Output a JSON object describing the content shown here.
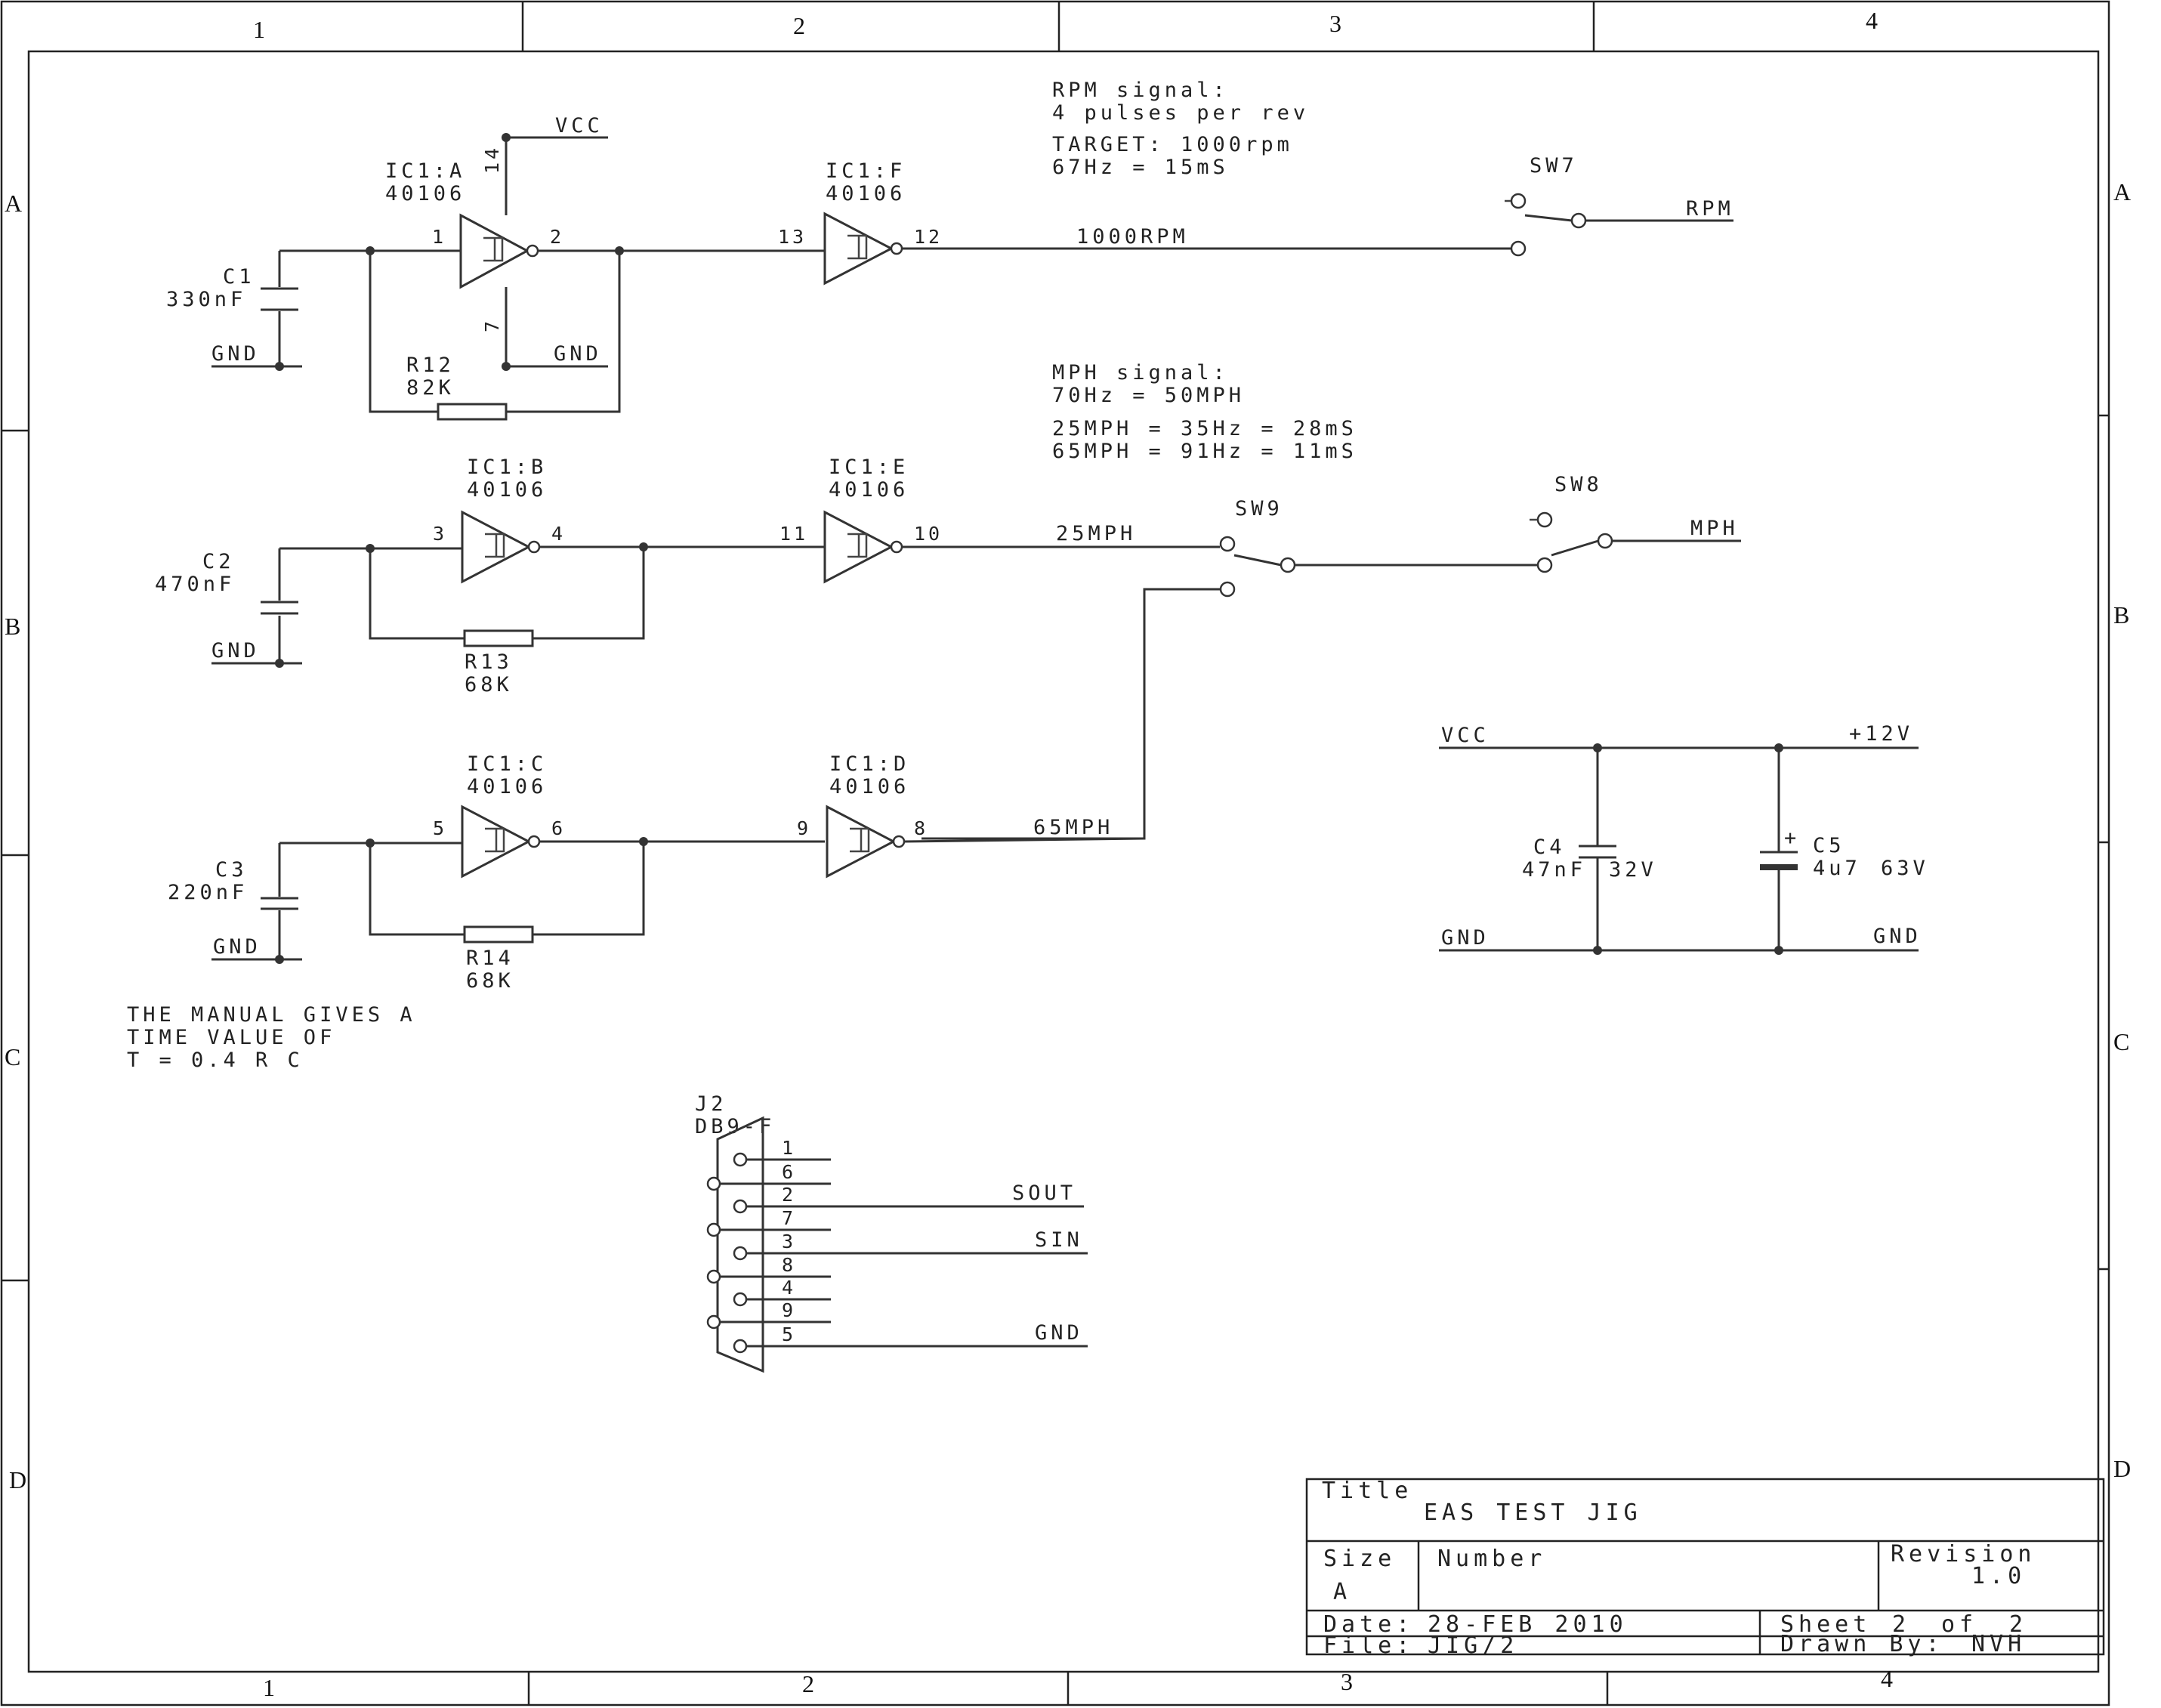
{
  "grid": {
    "columns": [
      "1",
      "2",
      "3",
      "4"
    ],
    "rows": [
      "A",
      "B",
      "C",
      "D"
    ]
  },
  "notes": {
    "rpm_line1": "RPM signal:",
    "rpm_line2": "4 pulses per rev",
    "rpm_line3": "TARGET: 1000rpm",
    "rpm_line4": "67Hz = 15mS",
    "mph_line1": "MPH signal:",
    "mph_line2": "70Hz = 50MPH",
    "mph_line3": "25MPH = 35Hz = 28mS",
    "mph_line4": "65MPH = 91Hz = 11mS",
    "manual_line1": "THE MANUAL GIVES A",
    "manual_line2": "TIME VALUE OF",
    "manual_line3": "T = 0.4 R C"
  },
  "gates": {
    "a": {
      "ref": "IC1:A",
      "part": "40106",
      "pin_in": "1",
      "pin_out": "2",
      "pin_vcc": "14",
      "pin_gnd": "7"
    },
    "b": {
      "ref": "IC1:B",
      "part": "40106",
      "pin_in": "3",
      "pin_out": "4"
    },
    "c": {
      "ref": "IC1:C",
      "part": "40106",
      "pin_in": "5",
      "pin_out": "6"
    },
    "d": {
      "ref": "IC1:D",
      "part": "40106",
      "pin_in": "9",
      "pin_out": "8"
    },
    "e": {
      "ref": "IC1:E",
      "part": "40106",
      "pin_in": "11",
      "pin_out": "10"
    },
    "f": {
      "ref": "IC1:F",
      "part": "40106",
      "pin_in": "13",
      "pin_out": "12"
    }
  },
  "caps": {
    "c1": {
      "ref": "C1",
      "value": "330nF"
    },
    "c2": {
      "ref": "C2",
      "value": "470nF"
    },
    "c3": {
      "ref": "C3",
      "value": "220nF"
    },
    "c4": {
      "ref": "C4",
      "value": "47nF",
      "rating": "32V"
    },
    "c5": {
      "ref": "C5",
      "value": "4u7",
      "rating": "63V",
      "polarity": "+"
    }
  },
  "resistors": {
    "r12": {
      "ref": "R12",
      "value": "82K"
    },
    "r13": {
      "ref": "R13",
      "value": "68K"
    },
    "r14": {
      "ref": "R14",
      "value": "68K"
    }
  },
  "nets": {
    "vcc": "VCC",
    "gnd": "GND",
    "plus12v": "+12V",
    "rpm1000": "1000RPM",
    "mph25": "25MPH",
    "mph65": "65MPH",
    "rpm": "RPM",
    "mph": "MPH",
    "sout": "SOUT",
    "sin": "SIN"
  },
  "switches": {
    "sw7": "SW7",
    "sw8": "SW8",
    "sw9": "SW9"
  },
  "connector": {
    "ref": "J2",
    "type": "DB9-F",
    "pins": [
      "1",
      "6",
      "2",
      "7",
      "3",
      "8",
      "4",
      "9",
      "5"
    ]
  },
  "title_block": {
    "title_label": "Title",
    "title": "EAS TEST JIG",
    "size_label": "Size",
    "size": "A",
    "number_label": "Number",
    "revision_label": "Revision",
    "revision": "1.0",
    "date_label": "Date:",
    "date": "28-FEB  2010",
    "file_label": "File:",
    "file": "JIG/2",
    "sheet_label": "Sheet",
    "sheet": "2",
    "of_label": "of",
    "sheet_total": "2",
    "drawn_label": "Drawn By:",
    "drawn_by": "NVH"
  }
}
